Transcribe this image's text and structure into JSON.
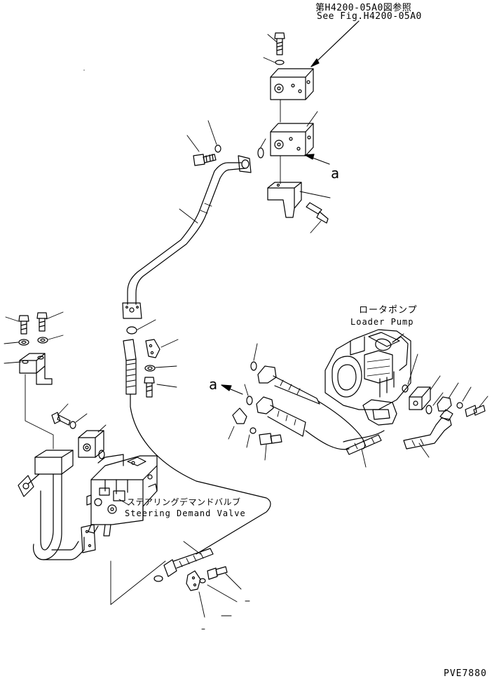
{
  "labels": {
    "reference_jp": "第H4200-05A0図参照",
    "reference_en": "See Fig.H4200-05A0",
    "loader_pump_jp": "ロータポンプ",
    "loader_pump_en": "Loader Pump",
    "steering_valve_jp": "ステアリングデマンドバルブ",
    "steering_valve_en": "Steering Demand Valve",
    "marker_a_upper": "a",
    "marker_a_lower": "a",
    "figure_code": "PVE7880"
  }
}
